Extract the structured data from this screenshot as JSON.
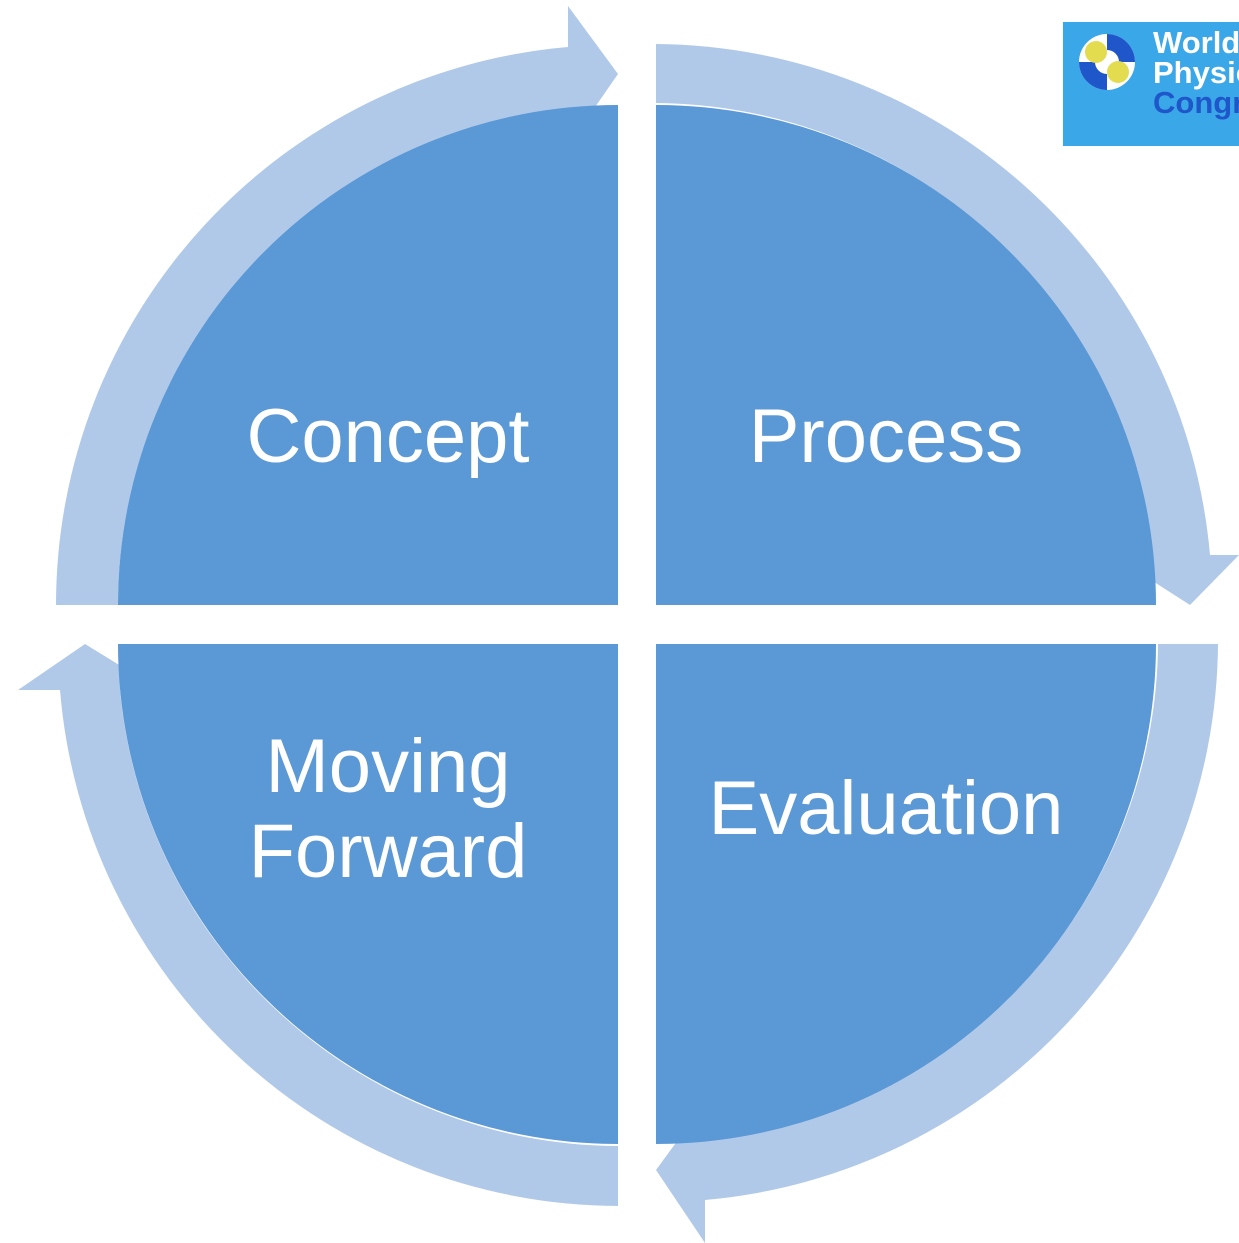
{
  "diagram": {
    "quadrants": {
      "top_left": "Concept",
      "top_right": "Process",
      "bottom_left_line1": "Moving",
      "bottom_left_line2": "Forward",
      "bottom_right": "Evaluation"
    },
    "colors": {
      "quadrant_fill": "#5a98d6",
      "arrow_fill": "#b1c9e8",
      "text": "#ffffff"
    }
  },
  "logo": {
    "line1": "World",
    "line2": "Physio",
    "line3": "Congress",
    "colors": {
      "background": "#3aa7e9",
      "text_light": "#ffffff",
      "text_dark": "#1f56c9",
      "mark_yellow": "#e3dc4f",
      "mark_blue": "#1f56c9"
    }
  }
}
